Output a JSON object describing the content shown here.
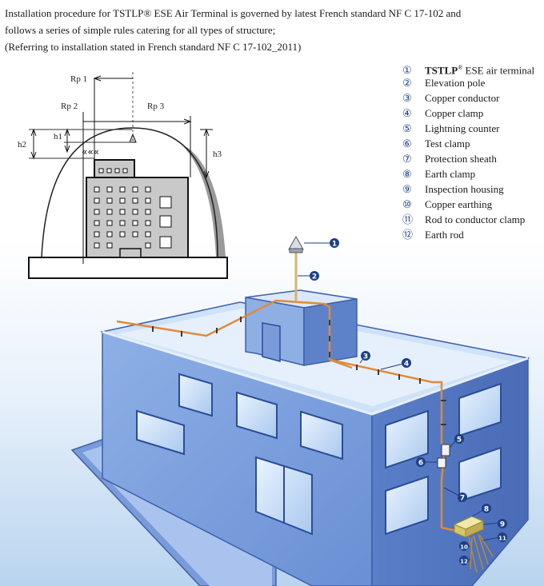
{
  "intro": {
    "line1": "Installation procedure for TSTLP® ESE Air Terminal is governed by latest French standard NF C 17-102 and",
    "line2": "follows a series of simple rules catering for all types of structure;",
    "line3": "(Referring to installation stated in French standard NF C 17-102_2011)"
  },
  "legend": [
    {
      "num": "①",
      "bold": "TSTLP",
      "sup": "®",
      "text": " ESE air terminal"
    },
    {
      "num": "②",
      "text": "Elevation pole"
    },
    {
      "num": "③",
      "text": "Copper conductor"
    },
    {
      "num": "④",
      "text": "Copper clamp"
    },
    {
      "num": "⑤",
      "text": "Lightning counter"
    },
    {
      "num": "⑥",
      "text": "Test clamp"
    },
    {
      "num": "⑦",
      "text": "Protection sheath"
    },
    {
      "num": "⑧",
      "text": "Earth clamp"
    },
    {
      "num": "⑨",
      "text": "Inspection housing"
    },
    {
      "num": "⑩",
      "text": "Copper earthing"
    },
    {
      "num": "⑪",
      "text": "Rod to conductor clamp"
    },
    {
      "num": "⑫",
      "text": "Earth rod"
    }
  ],
  "protection_diagram": {
    "rp1": "Rp 1",
    "rp2": "Rp 2",
    "rp3": "Rp 3",
    "h1": "h1",
    "h2": "h2",
    "h3": "h3"
  },
  "callouts": [
    "1",
    "2",
    "3",
    "4",
    "5",
    "6",
    "7",
    "8",
    "9",
    "10",
    "11",
    "12"
  ],
  "colors": {
    "callout": "#1d3f86",
    "conductor": "#e08a3a",
    "building_front": "#7fa0dc",
    "building_side": "#5a7ec6",
    "roof": "#cfe2f8",
    "sky_gradient_bottom": "#b9d4ef"
  }
}
